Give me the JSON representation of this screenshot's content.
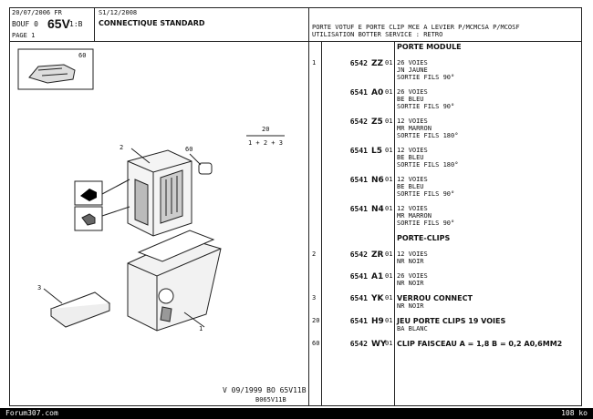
{
  "header": {
    "date": "20/07/2006 FR",
    "model_prefix": "BOUF 0",
    "model_code": "65V",
    "model_suffix": "1:B",
    "page": "PAGE 1",
    "ref_date": "S1/12/2008",
    "title": "CONNECTIQUE STANDARD",
    "desc_line1": "PORTE VOTUF E PORTE CLIP MCE A LEVIER P/MCMCSA P/MCOSF",
    "desc_line2": "UTILISATION BOTTER SERVICE : RETRO"
  },
  "diagram": {
    "callouts": [
      "60",
      "2",
      "60",
      "3",
      "1"
    ],
    "fraction_num": "20",
    "fraction_den": "1 + 2 + 3"
  },
  "drawing_ref": {
    "line1": "V 09/1999 BO 65V11B",
    "line2": "B065V11B"
  },
  "parts": [
    {
      "item": "",
      "ref": "",
      "code": "",
      "group": "PORTE MODULE",
      "lines": []
    },
    {
      "item": "1",
      "ref": "6542",
      "code": "ZZ",
      "suffix": "01",
      "lines": [
        "26 VOIES",
        "JN JAUNE",
        "SORTIE FILS 90°"
      ]
    },
    {
      "item": "",
      "ref": "6541",
      "code": "A0",
      "suffix": "01",
      "lines": [
        "26 VOIES",
        "BE BLEU",
        "SORTIE FILS 90°"
      ]
    },
    {
      "item": "",
      "ref": "6542",
      "code": "Z5",
      "suffix": "01",
      "lines": [
        "12 VOIES",
        "MR MARRON",
        "SORTIE FILS 180°"
      ]
    },
    {
      "item": "",
      "ref": "6541",
      "code": "L5",
      "suffix": "01",
      "lines": [
        "12 VOIES",
        "BE BLEU",
        "SORTIE FILS 180°"
      ]
    },
    {
      "item": "",
      "ref": "6541",
      "code": "N6",
      "suffix": "01",
      "lines": [
        "12 VOIES",
        "BE BLEU",
        "SORTIE FILS 90°"
      ]
    },
    {
      "item": "",
      "ref": "6541",
      "code": "N4",
      "suffix": "01",
      "lines": [
        "12 VOIES",
        "MR MARRON",
        "SORTIE FILS 90°"
      ]
    },
    {
      "item": "",
      "ref": "",
      "code": "",
      "group": "PORTE-CLIPS",
      "lines": []
    },
    {
      "item": "2",
      "ref": "6542",
      "code": "ZR",
      "suffix": "01",
      "lines": [
        "12 VOIES",
        "NR NOIR"
      ]
    },
    {
      "item": "",
      "ref": "6541",
      "code": "A1",
      "suffix": "01",
      "lines": [
        "26 VOIES",
        "NR NOIR"
      ]
    },
    {
      "item": "3",
      "ref": "6541",
      "code": "YK",
      "suffix": "01",
      "group": "VERROU CONNECT",
      "lines": [
        "NR NOIR"
      ]
    },
    {
      "item": "20",
      "ref": "6541",
      "code": "H9",
      "suffix": "01",
      "group": "JEU PORTE CLIPS 19 VOIES",
      "lines": [
        "BA BLANC"
      ]
    },
    {
      "item": "60",
      "ref": "6542",
      "code": "WY",
      "suffix": "01",
      "group": "CLIP FAISCEAU A = 1,8 B = 0,2 A0,6MM2",
      "lines": []
    }
  ],
  "footer": {
    "left": "Forum307.com",
    "right": "108 ko"
  }
}
